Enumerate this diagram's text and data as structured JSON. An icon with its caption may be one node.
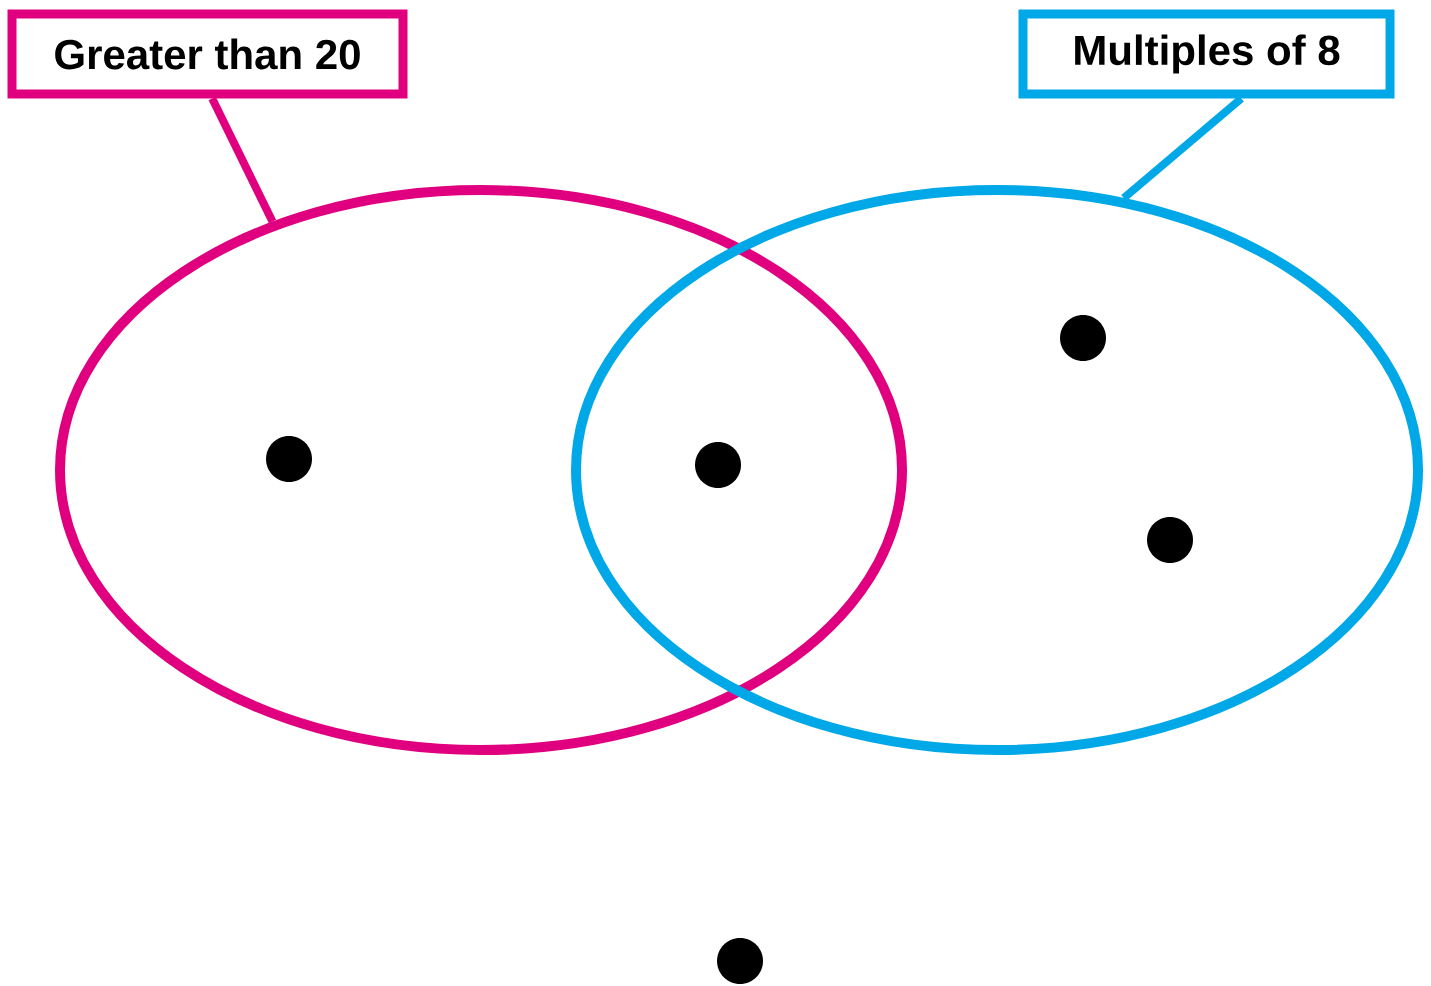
{
  "diagram": {
    "nodes": [
      {
        "text": [
          "Greater than 20"
        ]
      },
      {
        "text": [
          "Multiples of 8"
        ]
      },
      {
        "text": [],
        "shape": "ellipse"
      },
      {
        "text": [],
        "shape": "ellipse"
      },
      {
        "text": [],
        "shape": "circle",
        "in": 2
      },
      {
        "text": [],
        "shape": "circle"
      },
      {
        "text": [],
        "shape": "circle",
        "in": 3
      },
      {
        "text": [],
        "shape": "circle",
        "in": 3
      },
      {
        "text": [],
        "shape": "circle"
      }
    ],
    "edges": [
      {
        "from": 0,
        "to": 2,
        "arrow": "none",
        "color": "#e0007f"
      },
      {
        "from": 1,
        "to": 3,
        "arrow": "none",
        "color": "#00a8e8"
      }
    ]
  }
}
